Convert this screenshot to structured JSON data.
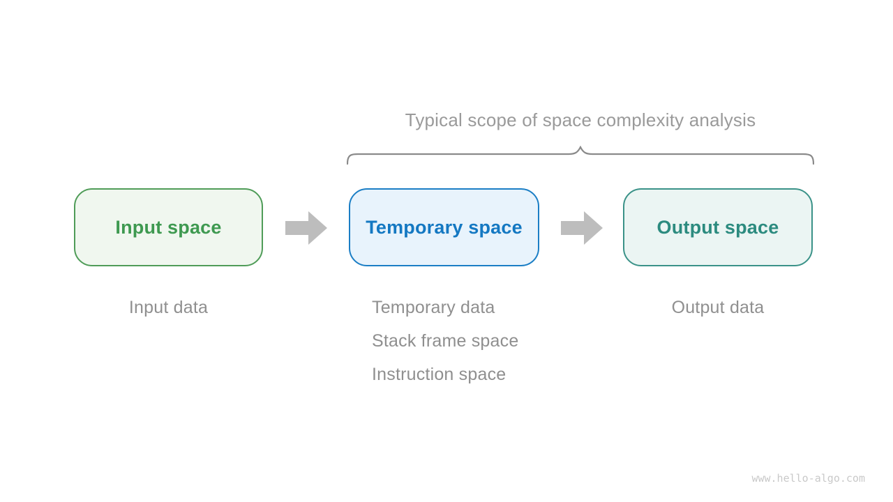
{
  "title": {
    "text": "Typical scope of space complexity analysis"
  },
  "boxes": [
    {
      "label": "Input space",
      "captions": [
        "Input data"
      ],
      "border_color": "#4f9c58",
      "fill_color": "#f0f7ef",
      "text_color": "#3e9950"
    },
    {
      "label": "Temporary space",
      "captions": [
        "Temporary data",
        "Stack frame space",
        "Instruction space"
      ],
      "border_color": "#1b7ec5",
      "fill_color": "#e8f3fc",
      "text_color": "#1478c2"
    },
    {
      "label": "Output space",
      "captions": [
        "Output data"
      ],
      "border_color": "#3a9288",
      "fill_color": "#ebf5f3",
      "text_color": "#2c8b7f"
    }
  ],
  "colors": {
    "background": "#ffffff",
    "title_text": "#9a9a9a",
    "caption_text": "#8f8f8f",
    "brace": "#8a8a8a",
    "arrow": "#bdbdbd",
    "watermark_text": "#c9c9c9"
  },
  "watermark": {
    "text": "www.hello-algo.com"
  }
}
